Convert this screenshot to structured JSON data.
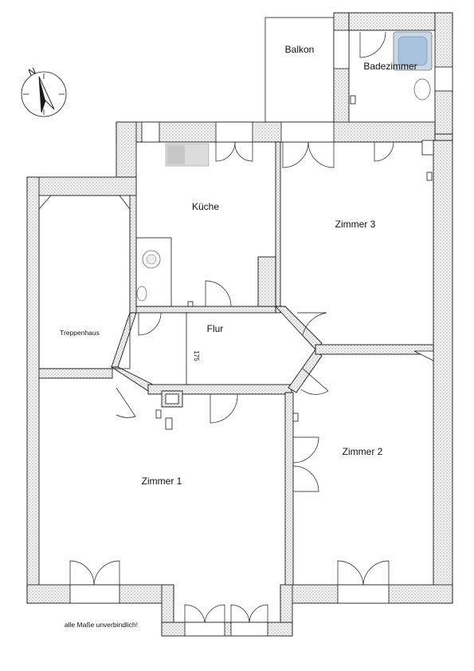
{
  "rooms": {
    "balkon": "Balkon",
    "badezimmer": "Badezimmer",
    "kueche": "Küche",
    "zimmer3": "Zimmer 3",
    "treppenhaus": "Treppenhaus",
    "flur": "Flur",
    "zimmer2": "Zimmer 2",
    "zimmer1": "Zimmer 1"
  },
  "dimension": {
    "flur_depth": "175"
  },
  "disclaimer": "alle Maße unverbindlich!",
  "compass": {
    "north_letter": "N"
  }
}
